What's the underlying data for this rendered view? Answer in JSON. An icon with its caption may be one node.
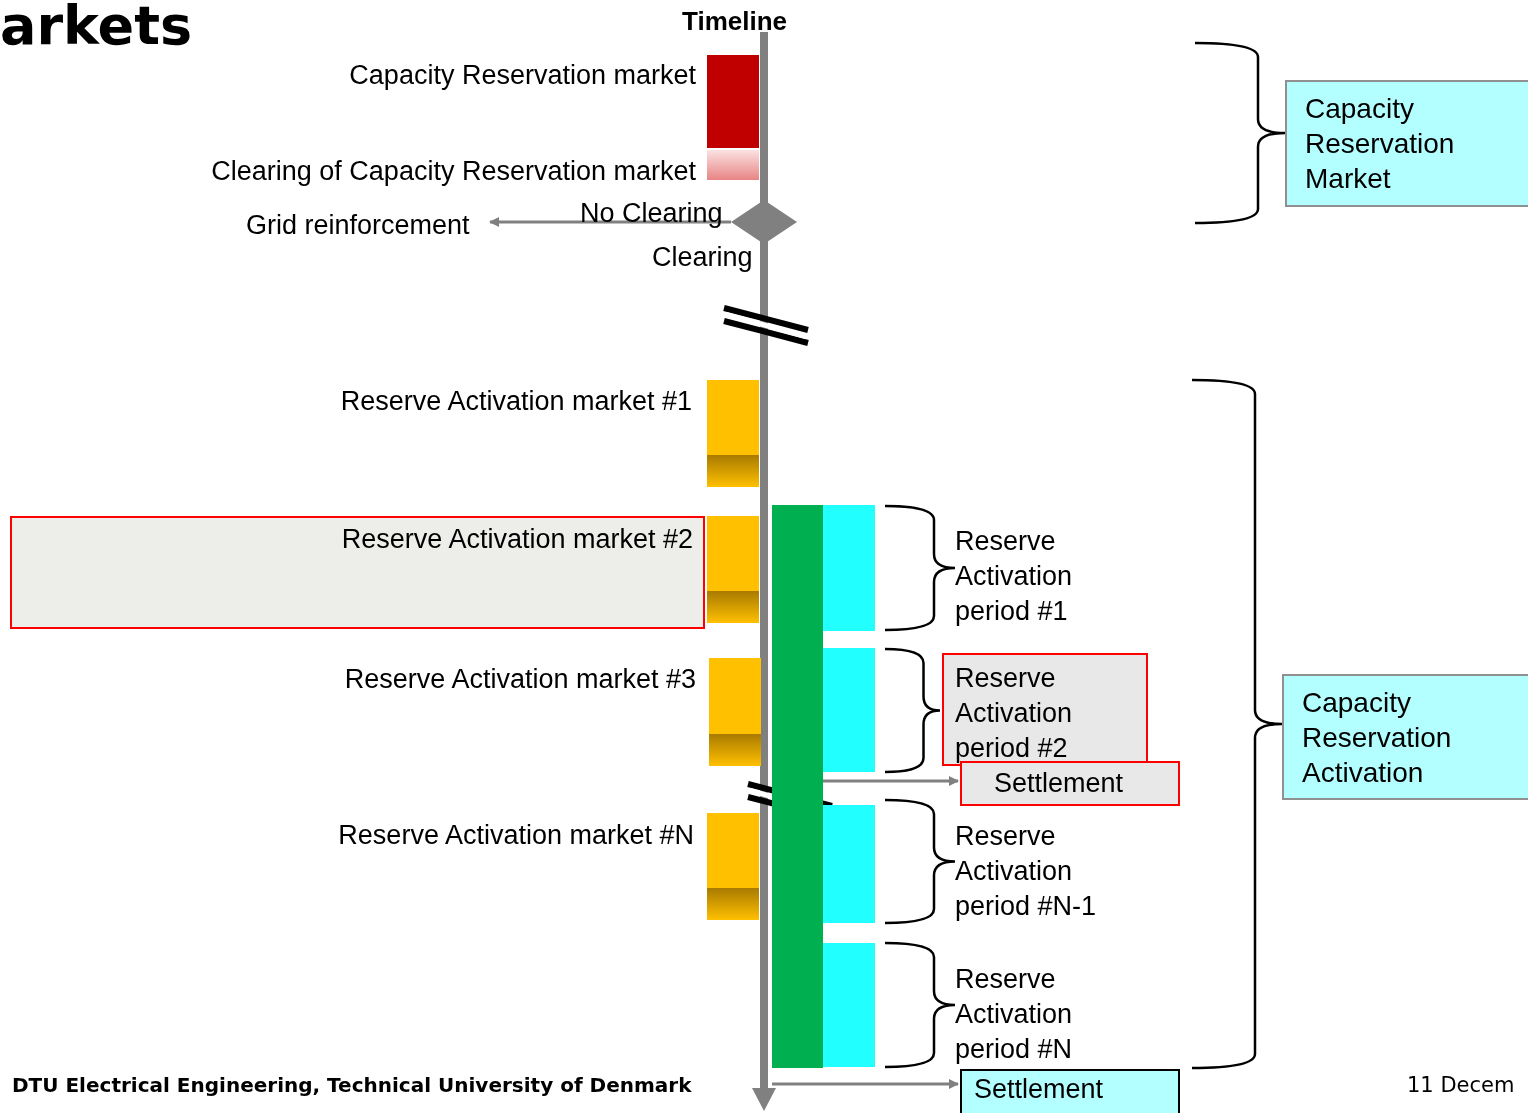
{
  "diagram": {
    "title": "arkets",
    "nodes": [
      {
        "text": [],
        "shape": "box",
        "beside": [
          "Capacity Reservation market"
        ]
      },
      {
        "text": [],
        "shape": "box",
        "beside": [
          "Clearing of Capacity Reservation market"
        ]
      },
      {
        "text": [],
        "shape": "diamond"
      },
      {
        "text": [
          "Grid reinforcement"
        ]
      },
      {
        "text": [],
        "shape": "box",
        "beside": [
          "Reserve Activation market #1"
        ]
      },
      {
        "text": [
          "Reserve Activation market #2"
        ]
      },
      {
        "text": [],
        "shape": "box"
      },
      {
        "text": [],
        "shape": "box",
        "beside": [
          "Reserve Activation market #3"
        ]
      },
      {
        "text": [],
        "shape": "box",
        "beside": [
          "Reserve Activation market #N"
        ]
      },
      {
        "text": [],
        "shape": "bar"
      },
      {
        "text": [],
        "shape": "box"
      },
      {
        "text": [],
        "shape": "box"
      },
      {
        "text": [],
        "shape": "box"
      },
      {
        "text": [],
        "shape": "box"
      },
      {
        "text": [
          "Reserve Activation period #1"
        ]
      },
      {
        "text": [
          "Reserve Activation period #2"
        ]
      },
      {
        "text": [
          "Settlement"
        ]
      },
      {
        "text": [
          "Reserve Activation period #N-1"
        ]
      },
      {
        "text": [
          "Reserve Activation period #N"
        ]
      },
      {
        "text": [
          "Settlement"
        ]
      },
      {
        "text": [
          "Capacity Reservation Market"
        ]
      },
      {
        "text": [
          "Capacity Reservation Activation"
        ]
      }
    ],
    "edges": [
      {
        "from": 2,
        "to": 3,
        "arrow": "to",
        "label": "No Clearing"
      },
      {
        "from": 9,
        "to": 16,
        "arrow": "to"
      },
      {
        "from": 9,
        "to": 19,
        "arrow": "to"
      }
    ],
    "labels": [
      "Timeline",
      "Clearing",
      "DTU Electrical Engineering, Technical University of Denmark",
      "11 Decem"
    ]
  }
}
